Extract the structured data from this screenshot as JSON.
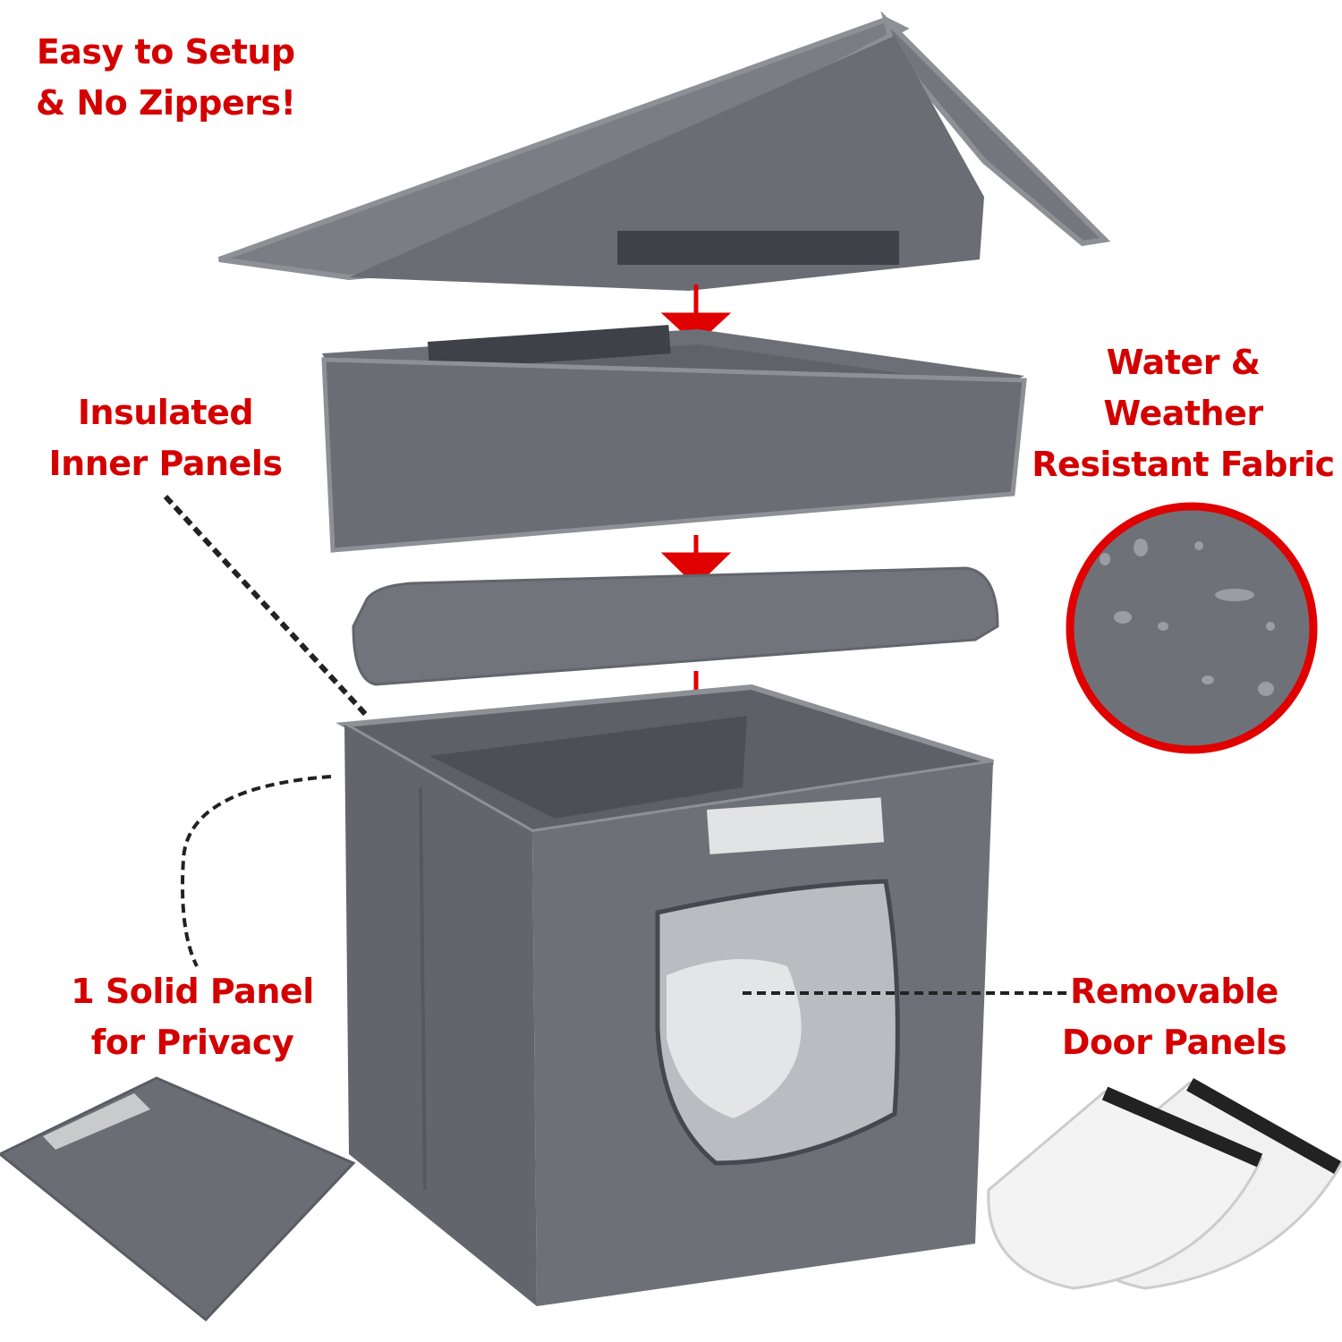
{
  "labels": {
    "setup": {
      "line1": "Easy to Setup",
      "line2": "& No Zippers!"
    },
    "insulated": {
      "line1": "Insulated",
      "line2": "Inner Panels"
    },
    "fabric": {
      "line1": "Water &",
      "line2": "Weather",
      "line3": "Resistant Fabric"
    },
    "solid_panel": {
      "line1": "1 Solid Panel",
      "line2": "for Privacy"
    },
    "door_panels": {
      "line1": "Removable",
      "line2": "Door Panels"
    }
  },
  "colors": {
    "accent": "#d40000",
    "fabric": "#6f737a",
    "fabric_dark": "#55595f",
    "trim": "#8d9095"
  }
}
